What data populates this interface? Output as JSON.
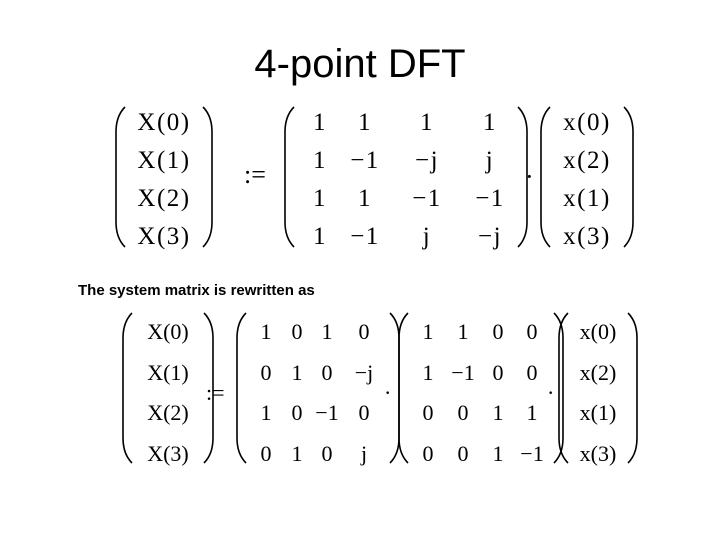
{
  "slide": {
    "title": "4-point DFT",
    "caption": "The system matrix is rewritten as"
  },
  "equation1": {
    "lhs": [
      [
        "X(0)"
      ],
      [
        "X(1)"
      ],
      [
        "X(2)"
      ],
      [
        "X(3)"
      ]
    ],
    "assign": ":=",
    "matrix": [
      [
        "1",
        "1",
        "1",
        "1"
      ],
      [
        "1",
        "−1",
        "−j",
        "j"
      ],
      [
        "1",
        "1",
        "−1",
        "−1"
      ],
      [
        "1",
        "−1",
        "j",
        "−j"
      ]
    ],
    "dot": "·",
    "vector": [
      [
        "x(0)"
      ],
      [
        "x(2)"
      ],
      [
        "x(1)"
      ],
      [
        "x(3)"
      ]
    ]
  },
  "equation2": {
    "lhs": [
      [
        "X(0)"
      ],
      [
        "X(1)"
      ],
      [
        "X(2)"
      ],
      [
        "X(3)"
      ]
    ],
    "assign": ":=",
    "matrix1": [
      [
        "1",
        "0",
        "1",
        "0"
      ],
      [
        "0",
        "1",
        "0",
        "−j"
      ],
      [
        "1",
        "0",
        "−1",
        "0"
      ],
      [
        "0",
        "1",
        "0",
        "j"
      ]
    ],
    "dot1": "·",
    "matrix2": [
      [
        "1",
        "1",
        "0",
        "0"
      ],
      [
        "1",
        "−1",
        "0",
        "0"
      ],
      [
        "0",
        "0",
        "1",
        "1"
      ],
      [
        "0",
        "0",
        "1",
        "−1"
      ]
    ],
    "dot2": "·",
    "vector": [
      [
        "x(0)"
      ],
      [
        "x(2)"
      ],
      [
        "x(1)"
      ],
      [
        "x(3)"
      ]
    ]
  }
}
